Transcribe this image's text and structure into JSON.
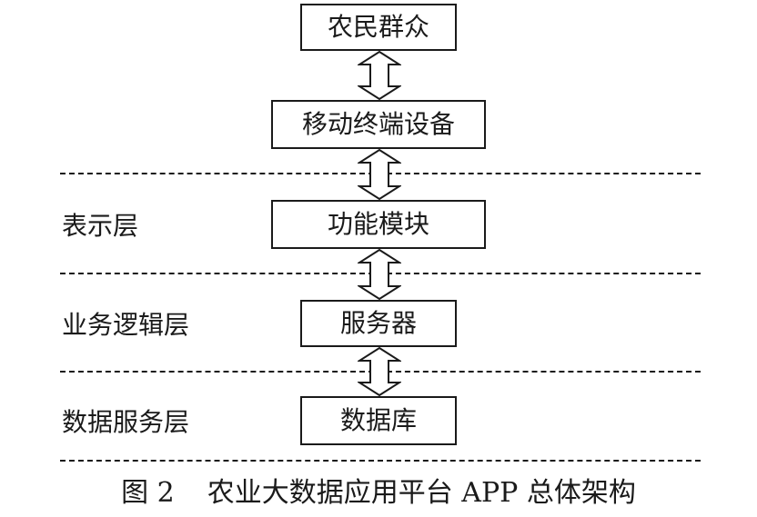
{
  "diagram": {
    "nodes": [
      {
        "id": "farmers",
        "label": "农民群众"
      },
      {
        "id": "mobile",
        "label": "移动终端设备"
      },
      {
        "id": "function",
        "label": "功能模块"
      },
      {
        "id": "server",
        "label": "服务器"
      },
      {
        "id": "database",
        "label": "数据库"
      }
    ],
    "layers": [
      {
        "label": "表示层"
      },
      {
        "label": "业务逻辑层"
      },
      {
        "label": "数据服务层"
      }
    ],
    "edges": [
      {
        "from": "farmers",
        "to": "mobile",
        "type": "bidirectional"
      },
      {
        "from": "mobile",
        "to": "function",
        "type": "bidirectional"
      },
      {
        "from": "function",
        "to": "server",
        "type": "bidirectional"
      },
      {
        "from": "server",
        "to": "database",
        "type": "bidirectional"
      }
    ]
  },
  "caption": {
    "number": "图 2",
    "title": "农业大数据应用平台 APP 总体架构"
  }
}
